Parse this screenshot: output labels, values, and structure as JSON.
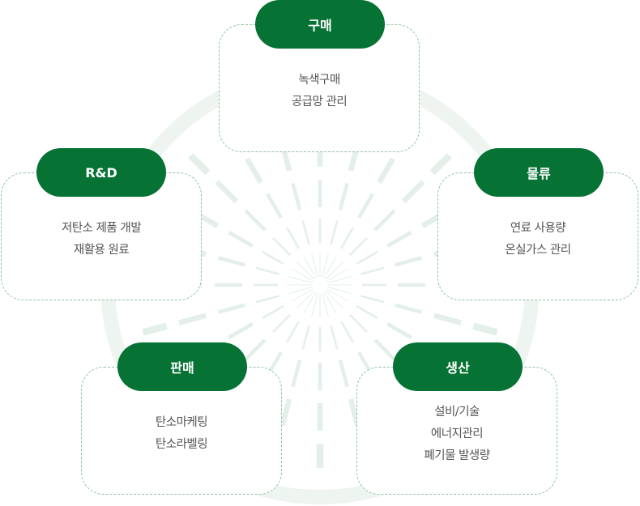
{
  "colors": {
    "accent": "#067334",
    "border": "#8cc3a2",
    "ring": "#eef5f1"
  },
  "nodes": [
    {
      "title": "구매",
      "items": [
        "녹색구매",
        "공급망 관리"
      ]
    },
    {
      "title": "R&D",
      "items": [
        "저탄소 제품 개발",
        "재활용 원료"
      ]
    },
    {
      "title": "물류",
      "items": [
        "연료 사용량",
        "온실가스 관리"
      ]
    },
    {
      "title": "판매",
      "items": [
        "탄소마케팅",
        "탄소라벨링"
      ]
    },
    {
      "title": "생산",
      "items": [
        "설비/기술",
        "에너지관리",
        "폐기물 발생량"
      ]
    }
  ]
}
